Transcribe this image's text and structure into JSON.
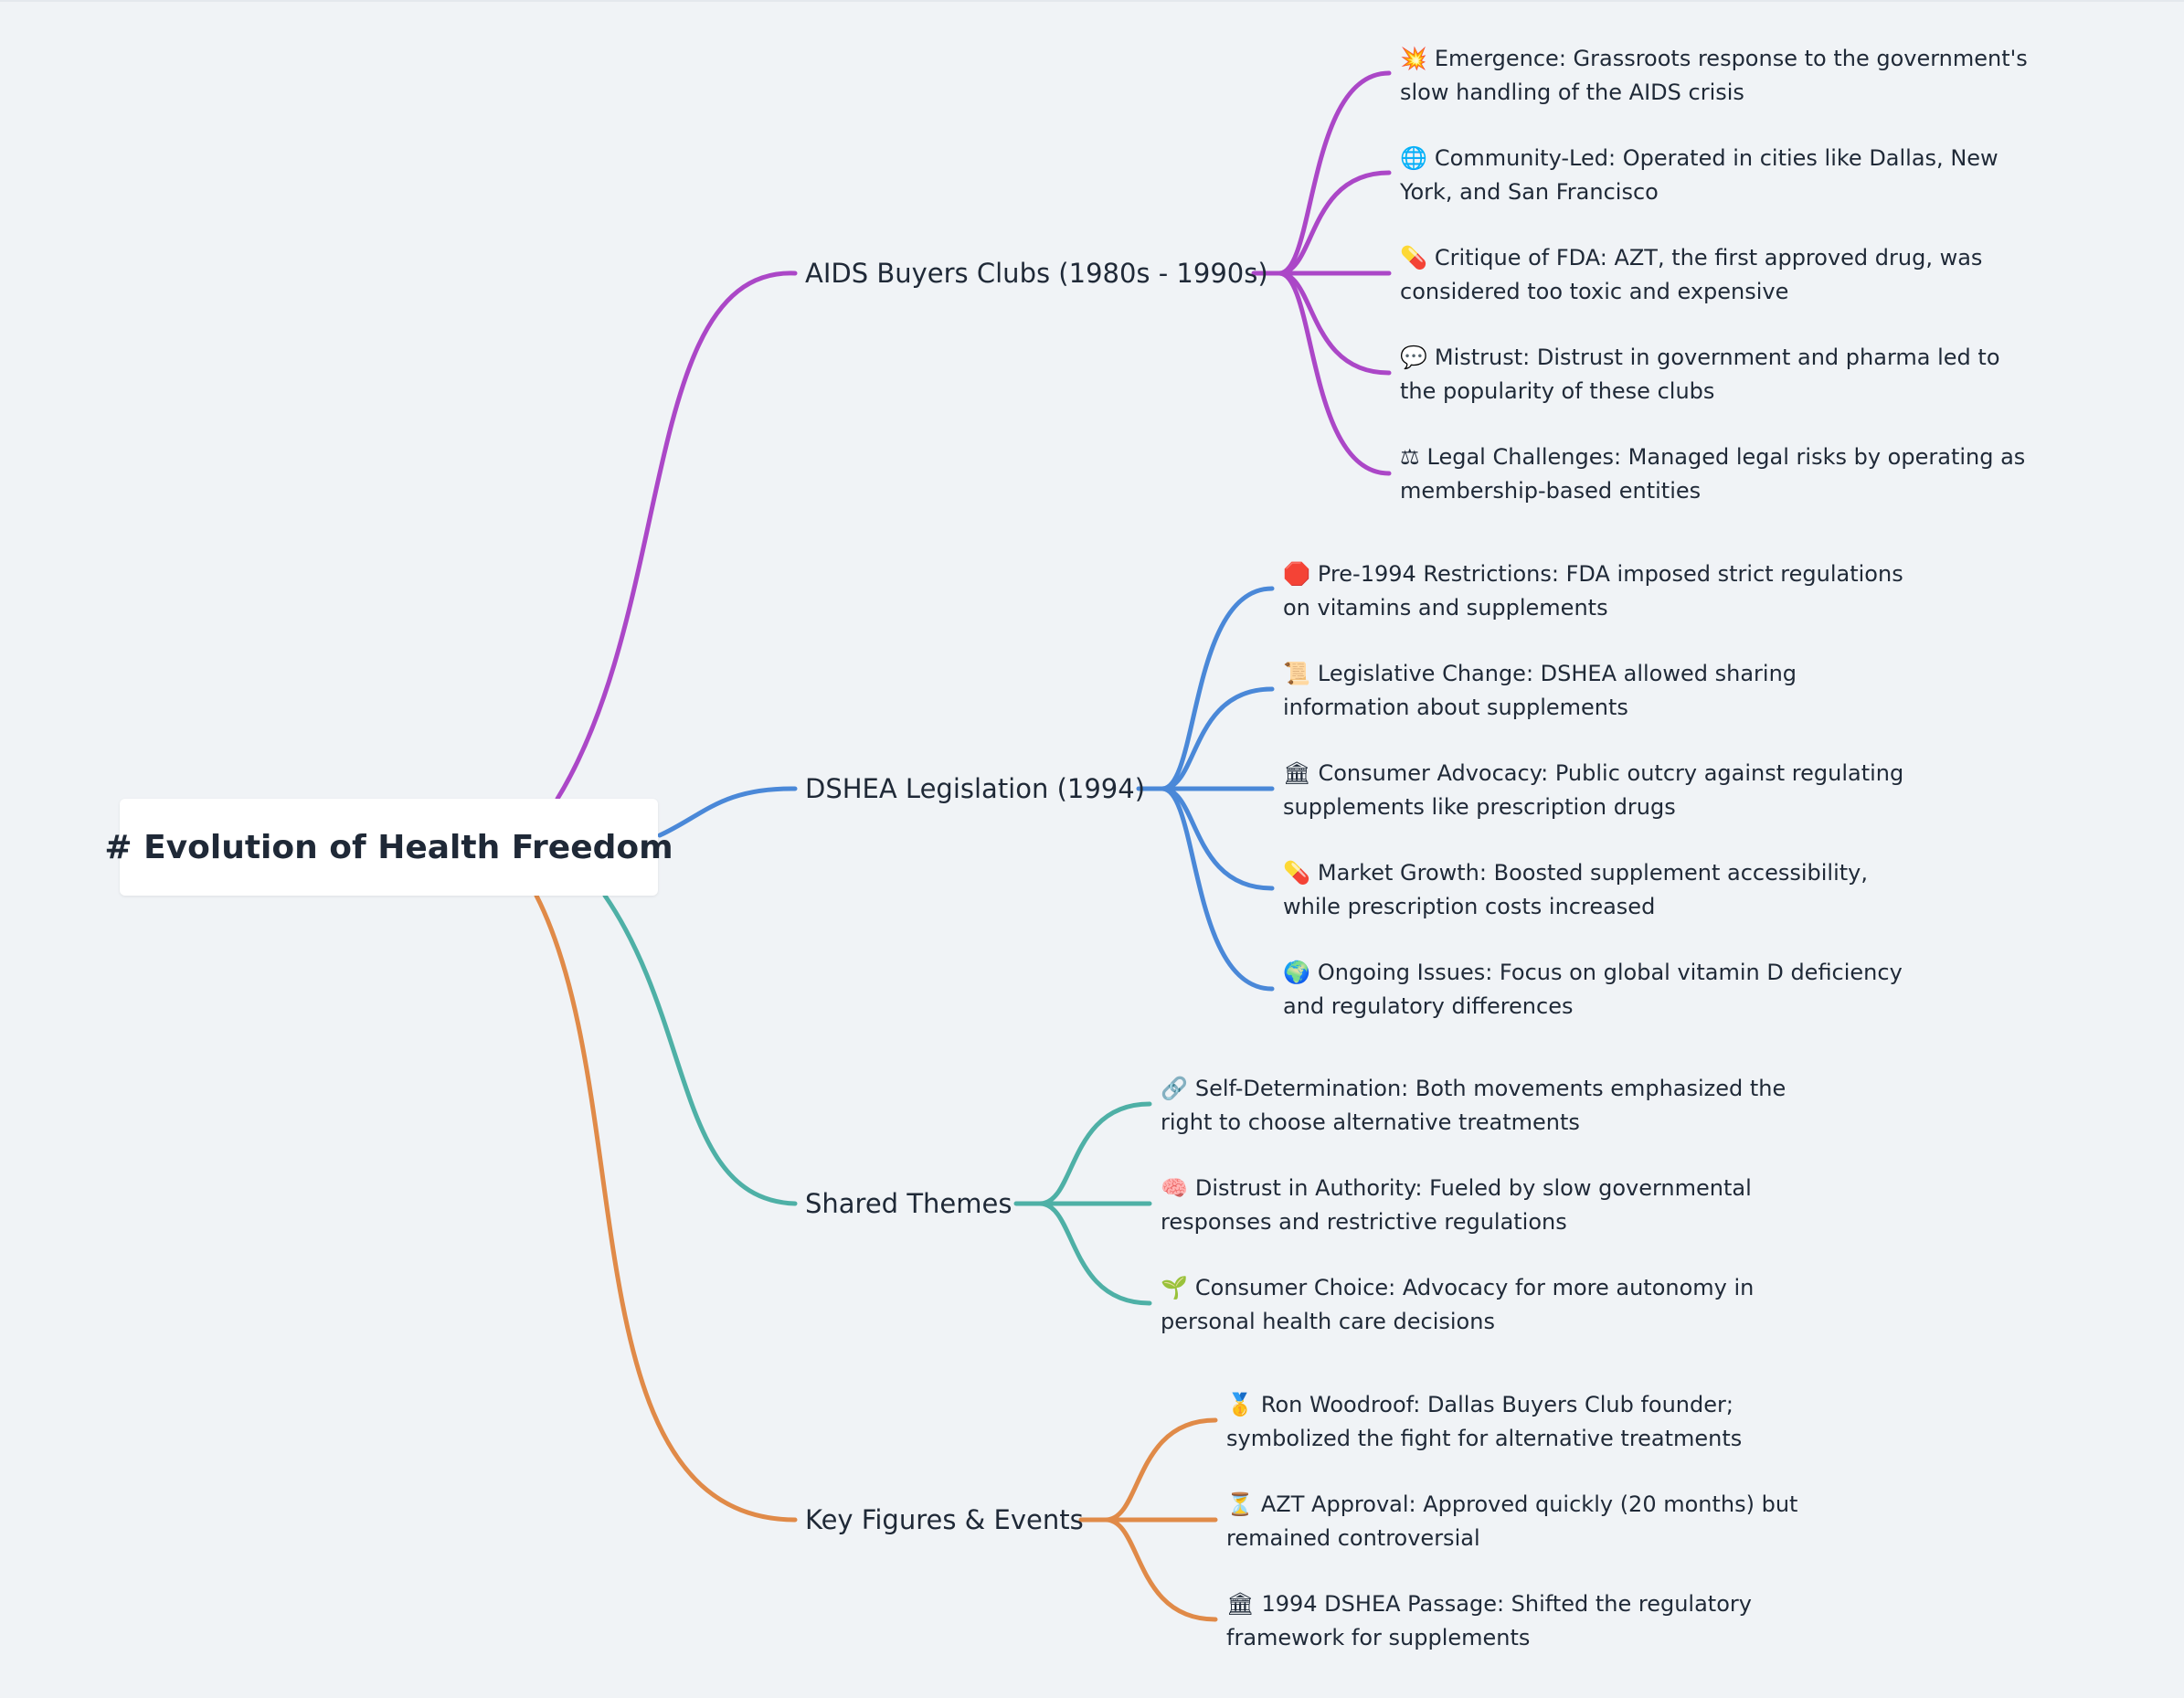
{
  "root": {
    "title": "# Evolution of Health Freedom"
  },
  "colors": {
    "purple": "#ab47c7",
    "blue": "#4a88d8",
    "teal": "#4eb0a6",
    "orange": "#e08a48"
  },
  "branches": [
    {
      "id": "aids",
      "label": "AIDS Buyers Clubs (1980s - 1990s)",
      "color": "#ab47c7",
      "items": [
        {
          "icon": "star-burst-icon",
          "glyph": "💥",
          "text": "Emergence: Grassroots response to the government's slow handling of the AIDS crisis"
        },
        {
          "icon": "globe-icon",
          "glyph": "🌐",
          "text": "Community-Led: Operated in cities like Dallas, New York, and San Francisco"
        },
        {
          "icon": "pill-icon",
          "glyph": "💊",
          "text": "Critique of FDA: AZT, the first approved drug, was considered too toxic and expensive"
        },
        {
          "icon": "speech-bubble-icon",
          "glyph": "💬",
          "text": "Mistrust: Distrust in government and pharma led to the popularity of these clubs"
        },
        {
          "icon": "scales-icon",
          "glyph": "⚖",
          "text": "Legal Challenges: Managed legal risks by operating as membership-based entities"
        }
      ]
    },
    {
      "id": "dshea",
      "label": "DSHEA Legislation (1994)",
      "color": "#4a88d8",
      "items": [
        {
          "icon": "stop-sign-icon",
          "glyph": "🛑",
          "text": "Pre-1994 Restrictions: FDA imposed strict regulations on vitamins and supplements"
        },
        {
          "icon": "scroll-icon",
          "glyph": "📜",
          "text": "Legislative Change: DSHEA allowed sharing information about supplements"
        },
        {
          "icon": "classical-building-icon",
          "glyph": "🏛",
          "text": "Consumer Advocacy: Public outcry against regulating supplements like prescription drugs"
        },
        {
          "icon": "pill-icon",
          "glyph": "💊",
          "text": "Market Growth: Boosted supplement accessibility, while prescription costs increased"
        },
        {
          "icon": "earth-globe-icon",
          "glyph": "🌍",
          "text": "Ongoing Issues: Focus on global vitamin D deficiency and regulatory differences"
        }
      ]
    },
    {
      "id": "themes",
      "label": "Shared Themes",
      "color": "#4eb0a6",
      "items": [
        {
          "icon": "link-icon",
          "glyph": "🔗",
          "text": "Self-Determination: Both movements emphasized the right to choose alternative treatments"
        },
        {
          "icon": "brain-icon",
          "glyph": "🧠",
          "text": "Distrust in Authority: Fueled by slow governmental responses and restrictive regulations"
        },
        {
          "icon": "seedling-icon",
          "glyph": "🌱",
          "text": "Consumer Choice: Advocacy for more autonomy in personal health care decisions"
        }
      ]
    },
    {
      "id": "figures",
      "label": "Key Figures & Events",
      "color": "#e08a48",
      "items": [
        {
          "icon": "medal-icon",
          "glyph": "🥇",
          "text": "Ron Woodroof: Dallas Buyers Club founder; symbolized the fight for alternative treatments"
        },
        {
          "icon": "hourglass-icon",
          "glyph": "⏳",
          "text": "AZT Approval: Approved quickly (20 months) but remained controversial"
        },
        {
          "icon": "classical-building-icon",
          "glyph": "🏛",
          "text": "1994 DSHEA Passage: Shifted the regulatory framework for supplements"
        }
      ]
    }
  ]
}
